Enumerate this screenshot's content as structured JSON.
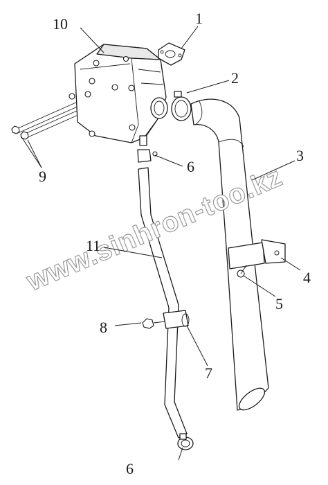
{
  "watermark": "www.sinhron-too.kz",
  "callouts": {
    "c1": "1",
    "c2": "2",
    "c3": "3",
    "c4": "4",
    "c5": "5",
    "c6_top": "6",
    "c6_bottom": "6",
    "c7": "7",
    "c8": "8",
    "c9": "9",
    "c10": "10",
    "c11": "11"
  }
}
